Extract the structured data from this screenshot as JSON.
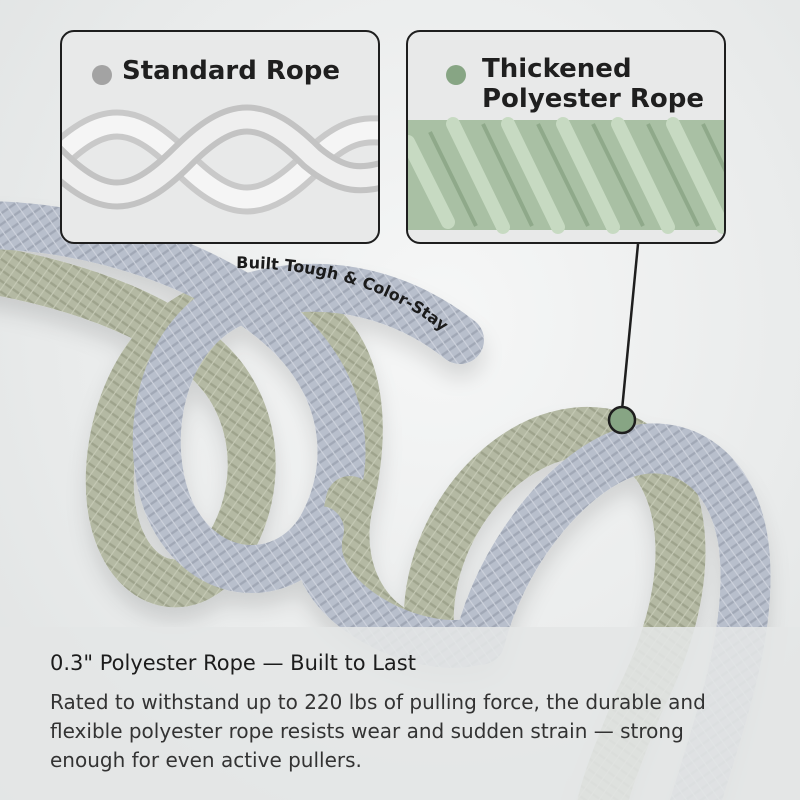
{
  "standard_box": {
    "label": "Standard Rope",
    "dot_color": "#a3a3a3"
  },
  "thickened_box": {
    "label_line1": "Thickened",
    "label_line2": "Polyester Rope",
    "dot_color": "#87a584"
  },
  "tagline": "Built Tough & Color-Stay",
  "info": {
    "title": "0.3\" Polyester Rope — Built to Last",
    "body": "Rated to withstand up to 220 lbs of pulling force, the durable and flexible polyester rope resists wear and sudden strain — strong enough for even active pullers."
  },
  "colors": {
    "sage_rope": "#b3b8a2",
    "gray_rope": "#b7bdca",
    "green_accent": "#87a584"
  }
}
